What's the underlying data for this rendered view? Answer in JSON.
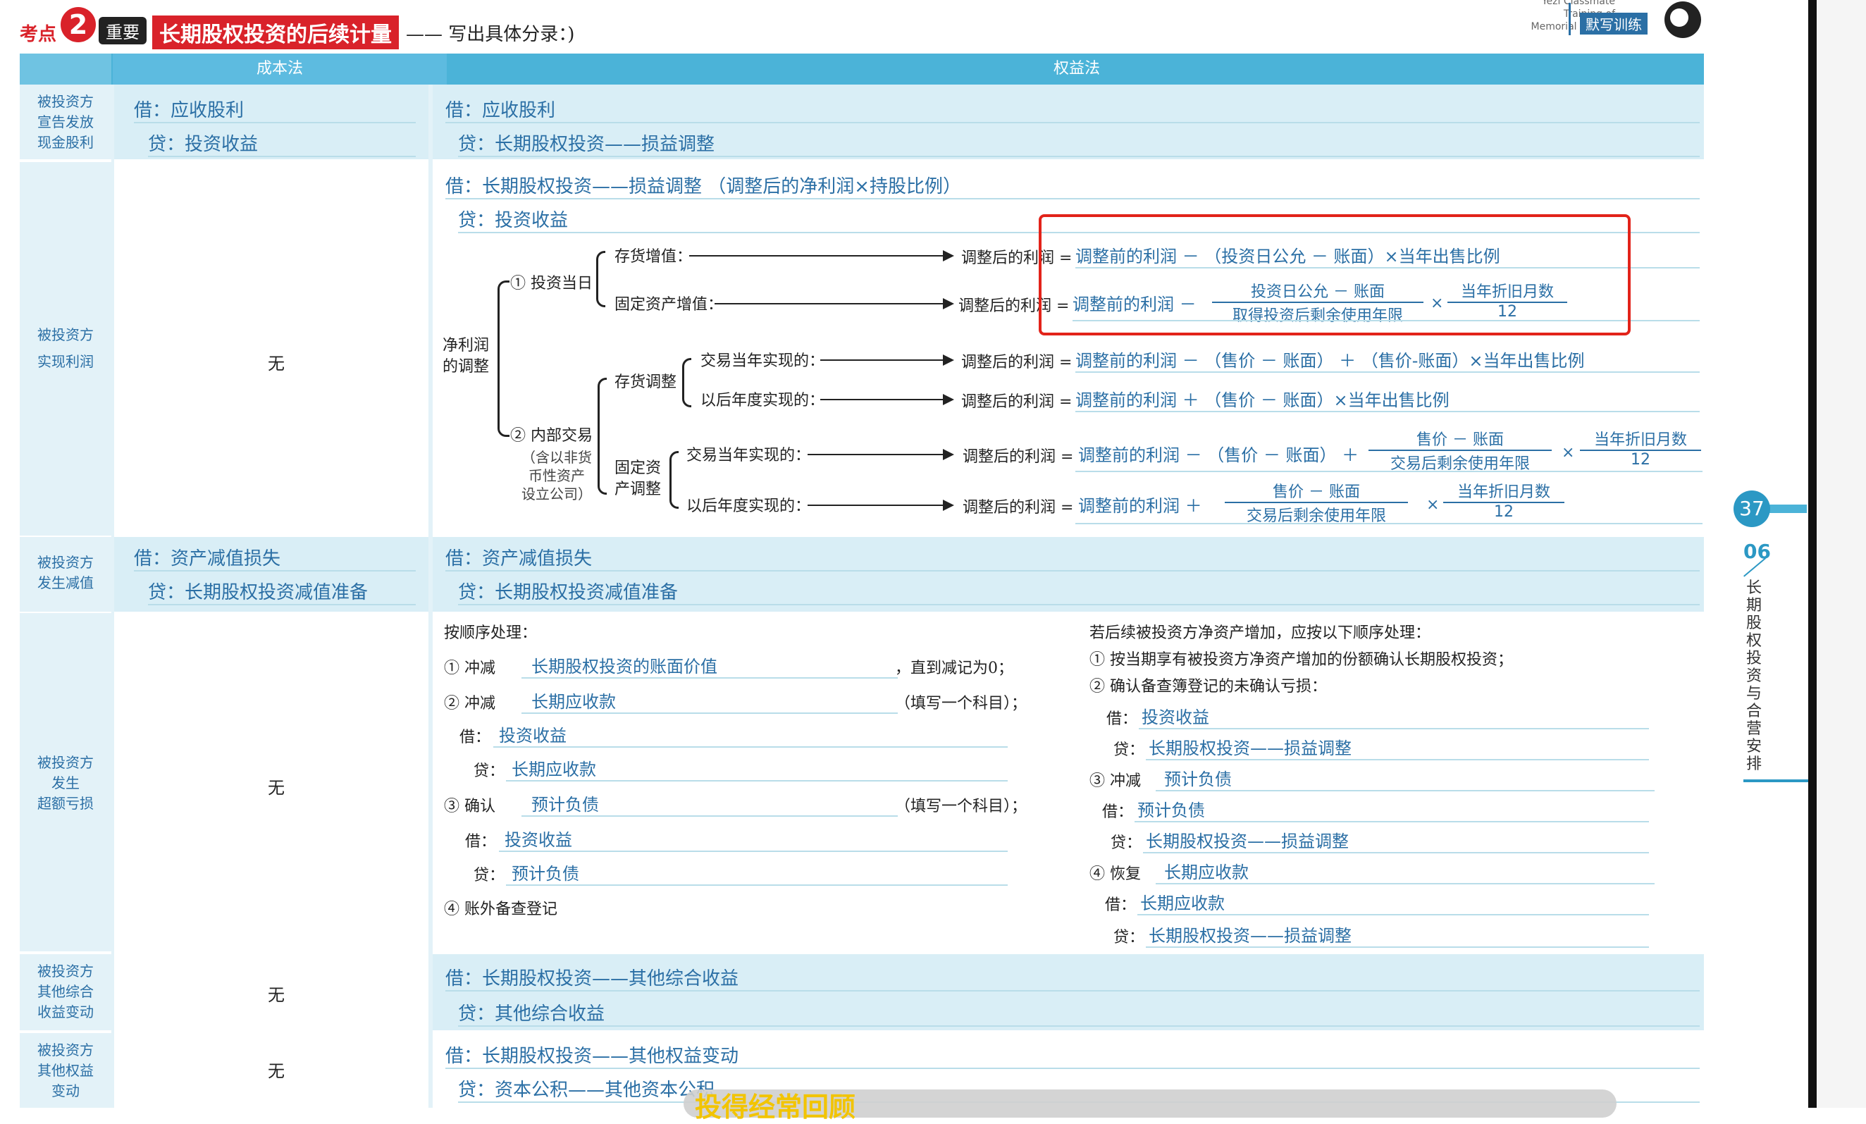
{
  "header": {
    "kaodian": "考点",
    "num": "2",
    "importance": "重要",
    "title": "长期股权投资的后续计量",
    "subtitle": "—— 写出具体分录：)",
    "brand_lines": [
      "Yezi Classmate",
      "Training of",
      "Memorial Writing"
    ],
    "brand_badge": "默写训练"
  },
  "columns": {
    "cost": "成本法",
    "equity": "权益法"
  },
  "rows": {
    "r1": {
      "label": [
        "被投资方",
        "宣告发放",
        "现金股利"
      ],
      "cost": [
        "借：应收股利",
        "贷：投资收益"
      ],
      "equity": [
        "借：应收股利",
        "贷：长期股权投资——损益调整"
      ]
    },
    "r2": {
      "label": [
        "被投资方",
        "实现利润"
      ],
      "cost": "无",
      "equity_entry": [
        "借：长期股权投资——损益调整 （调整后的净利润×持股比例）",
        "贷：投资收益"
      ],
      "tree": {
        "root": [
          "净利润",
          "的调整"
        ],
        "b1": "① 投资当日",
        "b1_items": [
          "存货增值：",
          "固定资产增值："
        ],
        "b2": "② 内部交易",
        "b2_note": [
          "（含以非货",
          "币性资产",
          "设立公司）"
        ],
        "inv_adj": "存货调整",
        "inv_items": [
          "交易当年实现的：",
          "以后年度实现的："
        ],
        "fa_adj": [
          "固定资",
          "产调整"
        ],
        "fa_items": [
          "交易当年实现的：",
          "以后年度实现的："
        ],
        "result_label": "调整后的利润 =",
        "f1": "调整前的利润 － （投资日公允 － 账面）×当年出售比例",
        "f2_a": "调整前的利润 －",
        "f2_num": "投资日公允 － 账面",
        "f2_den": "取得投资后剩余使用年限",
        "f2_num2": "当年折旧月数",
        "f2_den2": "12",
        "f3": "调整前的利润 － （售价 － 账面） ＋ （售价-账面）×当年出售比例",
        "f4": "调整前的利润 ＋ （售价 － 账面）×当年出售比例",
        "f5_a": "调整前的利润 － （售价 － 账面） ＋",
        "f5_num": "售价 － 账面",
        "f5_den": "交易后剩余使用年限",
        "f5_num2": "当年折旧月数",
        "f5_den2": "12",
        "f6_a": "调整前的利润 ＋",
        "f6_num": "售价 － 账面",
        "f6_den": "交易后剩余使用年限",
        "f6_num2": "当年折旧月数",
        "f6_den2": "12",
        "times": "×"
      }
    },
    "r3": {
      "label": [
        "被投资方",
        "发生减值"
      ],
      "cost": [
        "借：资产减值损失",
        "贷：长期股权投资减值准备"
      ],
      "equity": [
        "借：资产减值损失",
        "贷：长期股权投资减值准备"
      ]
    },
    "r4": {
      "label": [
        "被投资方",
        "发生",
        "超额亏损"
      ],
      "cost": "无",
      "left_title": "按顺序处理：",
      "l1_pre": "① 冲减",
      "l1_val": "长期股权投资的账面价值",
      "l1_post": "，直到减记为0；",
      "l2_pre": "② 冲减",
      "l2_val": "长期应收款",
      "l2_post": "（填写一个科目）；",
      "l2_dr_pre": "借：",
      "l2_dr": "投资收益",
      "l2_cr_pre": "贷：",
      "l2_cr": "长期应收款",
      "l3_pre": "③ 确认",
      "l3_val": "预计负债",
      "l3_post": "（填写一个科目）；",
      "l3_dr_pre": "借：",
      "l3_dr": "投资收益",
      "l3_cr_pre": "贷：",
      "l3_cr": "预计负债",
      "l4": "④ 账外备查登记",
      "right_title": "若后续被投资方净资产增加，应按以下顺序处理：",
      "r1": "① 按当期享有被投资方净资产增加的份额确认长期股权投资；",
      "r2": "② 确认备查簿登记的未确认亏损：",
      "r2_dr_pre": "借：",
      "r2_dr": "投资收益",
      "r2_cr_pre": "贷：",
      "r2_cr": "长期股权投资——损益调整",
      "r3_pre": "③ 冲减",
      "r3_val": "预计负债",
      "r3_dr_pre": "借：",
      "r3_dr": "预计负债",
      "r3_cr_pre": "贷：",
      "r3_cr": "长期股权投资——损益调整",
      "r4_pre": "④ 恢复",
      "r4_val": "长期应收款",
      "r4_dr_pre": "借：",
      "r4_dr": "长期应收款",
      "r4_cr_pre": "贷：",
      "r4_cr": "长期股权投资——损益调整"
    },
    "r5": {
      "label": [
        "被投资方",
        "其他综合",
        "收益变动"
      ],
      "cost": "无",
      "equity": [
        "借：长期股权投资——其他综合收益",
        "贷：其他综合收益"
      ]
    },
    "r6": {
      "label": [
        "被投资方",
        "其他权益",
        "变动"
      ],
      "cost": "无",
      "equity": [
        "借：长期股权投资——其他权益变动",
        "贷：资本公积——其他资本公积"
      ]
    }
  },
  "side": {
    "page": "37",
    "chapter": "06",
    "chapter_title": [
      "长",
      "期",
      "股",
      "权",
      "投",
      "资",
      "与",
      "合",
      "营",
      "安",
      "排"
    ]
  },
  "subtitle_overlay": "投得经常回顾",
  "colors": {
    "header_bar": "#4bb3d8",
    "accent_red": "#d9222a",
    "ink": "#2b6fa5",
    "band": "#d9eef6"
  }
}
